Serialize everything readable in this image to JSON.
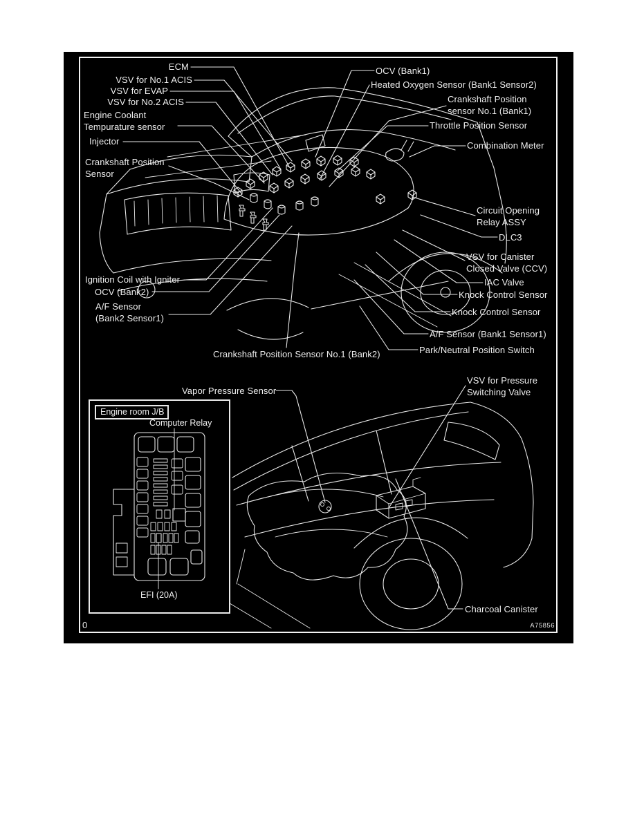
{
  "page": {
    "background_color": "#ffffff"
  },
  "panel": {
    "background_color": "#000000",
    "line_color": "#ffffff",
    "figure_code": "A75856",
    "page_marker": "0"
  },
  "engine_view": {
    "labels_left": {
      "ecm": "ECM",
      "vsv_no1_acis": "VSV for No.1 ACIS",
      "vsv_evap": "VSV for EVAP",
      "vsv_no2_acis": "VSV for No.2 ACIS",
      "engine_coolant": "Engine Coolant\nTempurature sensor",
      "injector": "Injector",
      "crankshaft_position": "Crankshaft Position\nSensor",
      "ignition_coil": "Ignition Coil with Igniter",
      "ocv_bank2": "OCV (Bank2)",
      "af_sensor_bank2": "A/F Sensor\n(Bank2 Sensor1)",
      "crankshaft_bank2": "Crankshaft Position Sensor No.1 (Bank2)"
    },
    "labels_right": {
      "ocv_bank1": "OCV (Bank1)",
      "heated_oxygen": "Heated Oxygen Sensor (Bank1 Sensor2)",
      "crankshaft_bank1": "Crankshaft Position\nsensor No.1 (Bank1)",
      "throttle_position": "Throttle Position Sensor",
      "combination_meter": "Combination Meter",
      "circuit_opening_relay": "Circuit Opening\nRelay ASSY",
      "dlc3": "DLC3",
      "vsv_canister": "VSV for Canister\nClosed Valve (CCV)",
      "iac_valve": "IAC Valve",
      "knock_sensor_1": "Knock Control Sensor",
      "knock_sensor_2": "Knock Control Sensor",
      "af_sensor_bank1": "A/F Sensor (Bank1 Sensor1)",
      "park_neutral": "Park/Neutral Position Switch"
    }
  },
  "underbody_view": {
    "labels": {
      "vapor_pressure": "Vapor Pressure Sensor",
      "vsv_pressure_switching": "VSV for Pressure\nSwitching Valve",
      "charcoal_canister": "Charcoal Canister"
    }
  },
  "junction_box": {
    "title": "Engine room J/B",
    "computer_relay_label": "Computer Relay",
    "efi_fuse_label": "EFI (20A)"
  }
}
